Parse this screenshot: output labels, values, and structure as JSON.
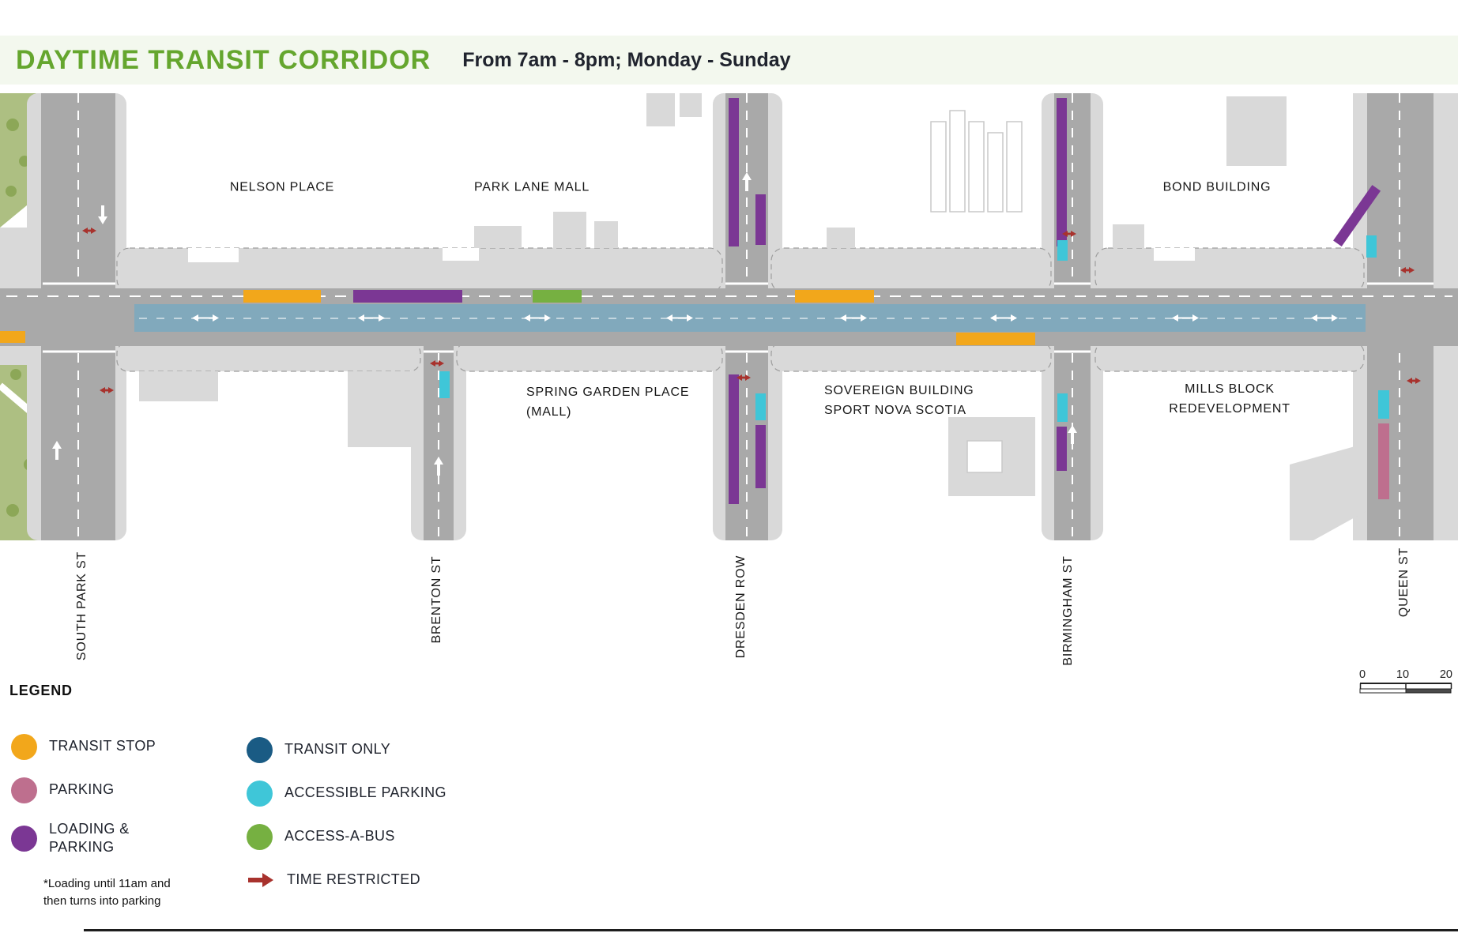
{
  "header": {
    "title": "DAYTIME TRANSIT CORRIDOR",
    "subtitle": "From 7am - 8pm; Monday - Sunday"
  },
  "map": {
    "buildings": {
      "nelson": {
        "line1": "NELSON PLACE"
      },
      "park_lane": {
        "line1": "PARK LANE MALL"
      },
      "bond": {
        "line1": "BOND BUILDING"
      },
      "spring_garden": {
        "line1": "SPRING GARDEN PLACE",
        "line2": "(MALL)"
      },
      "sovereign": {
        "line1": "SOVEREIGN BUILDING",
        "line2": "SPORT NOVA SCOTIA"
      },
      "mills": {
        "line1": "MILLS BLOCK",
        "line2": "REDEVELOPMENT"
      }
    },
    "streets": {
      "south_park": "SOUTH PARK ST",
      "brenton": "BRENTON ST",
      "dresden": "DRESDEN ROW",
      "birmingham": "BIRMINGHAM ST",
      "queen": "QUEEN ST"
    },
    "scale_bar": {
      "t0": "0",
      "t10": "10",
      "t20": "20"
    }
  },
  "legend": {
    "heading": "LEGEND",
    "left": [
      {
        "label": "TRANSIT STOP",
        "color": "#F2A71B"
      },
      {
        "label": "PARKING",
        "color": "#BE6F8E"
      },
      {
        "label": "LOADING  &",
        "label2": "PARKING",
        "color": "#7B3794"
      }
    ],
    "footnote1": "*Loading until 11am and",
    "footnote2": "then turns into parking",
    "right": [
      {
        "label": "TRANSIT ONLY",
        "color": "#1A5B84"
      },
      {
        "label": "ACCESSIBLE PARKING",
        "color": "#3FC6D8"
      },
      {
        "label": "ACCESS-A-BUS",
        "color": "#76B041"
      },
      {
        "label": "TIME RESTRICTED",
        "color": "#A8322D"
      }
    ]
  },
  "palette": {
    "title_green": "#65A62E",
    "text_dark": "#20242E",
    "transit_stop_orange": "#F2A71B",
    "parking_pink": "#BE6F8E",
    "loading_purple": "#7B3794",
    "transit_only_blue": "#1A5B84",
    "lane_blue": "#81A9BC",
    "accessible_cyan": "#3FC6D8",
    "access_green": "#76B041",
    "time_red": "#A8322D",
    "block_gray": "#D9D9D9",
    "asphalt_gray": "#A9A9A9",
    "park_green": "#ADBF82",
    "header_band": "#F3F8EE"
  }
}
